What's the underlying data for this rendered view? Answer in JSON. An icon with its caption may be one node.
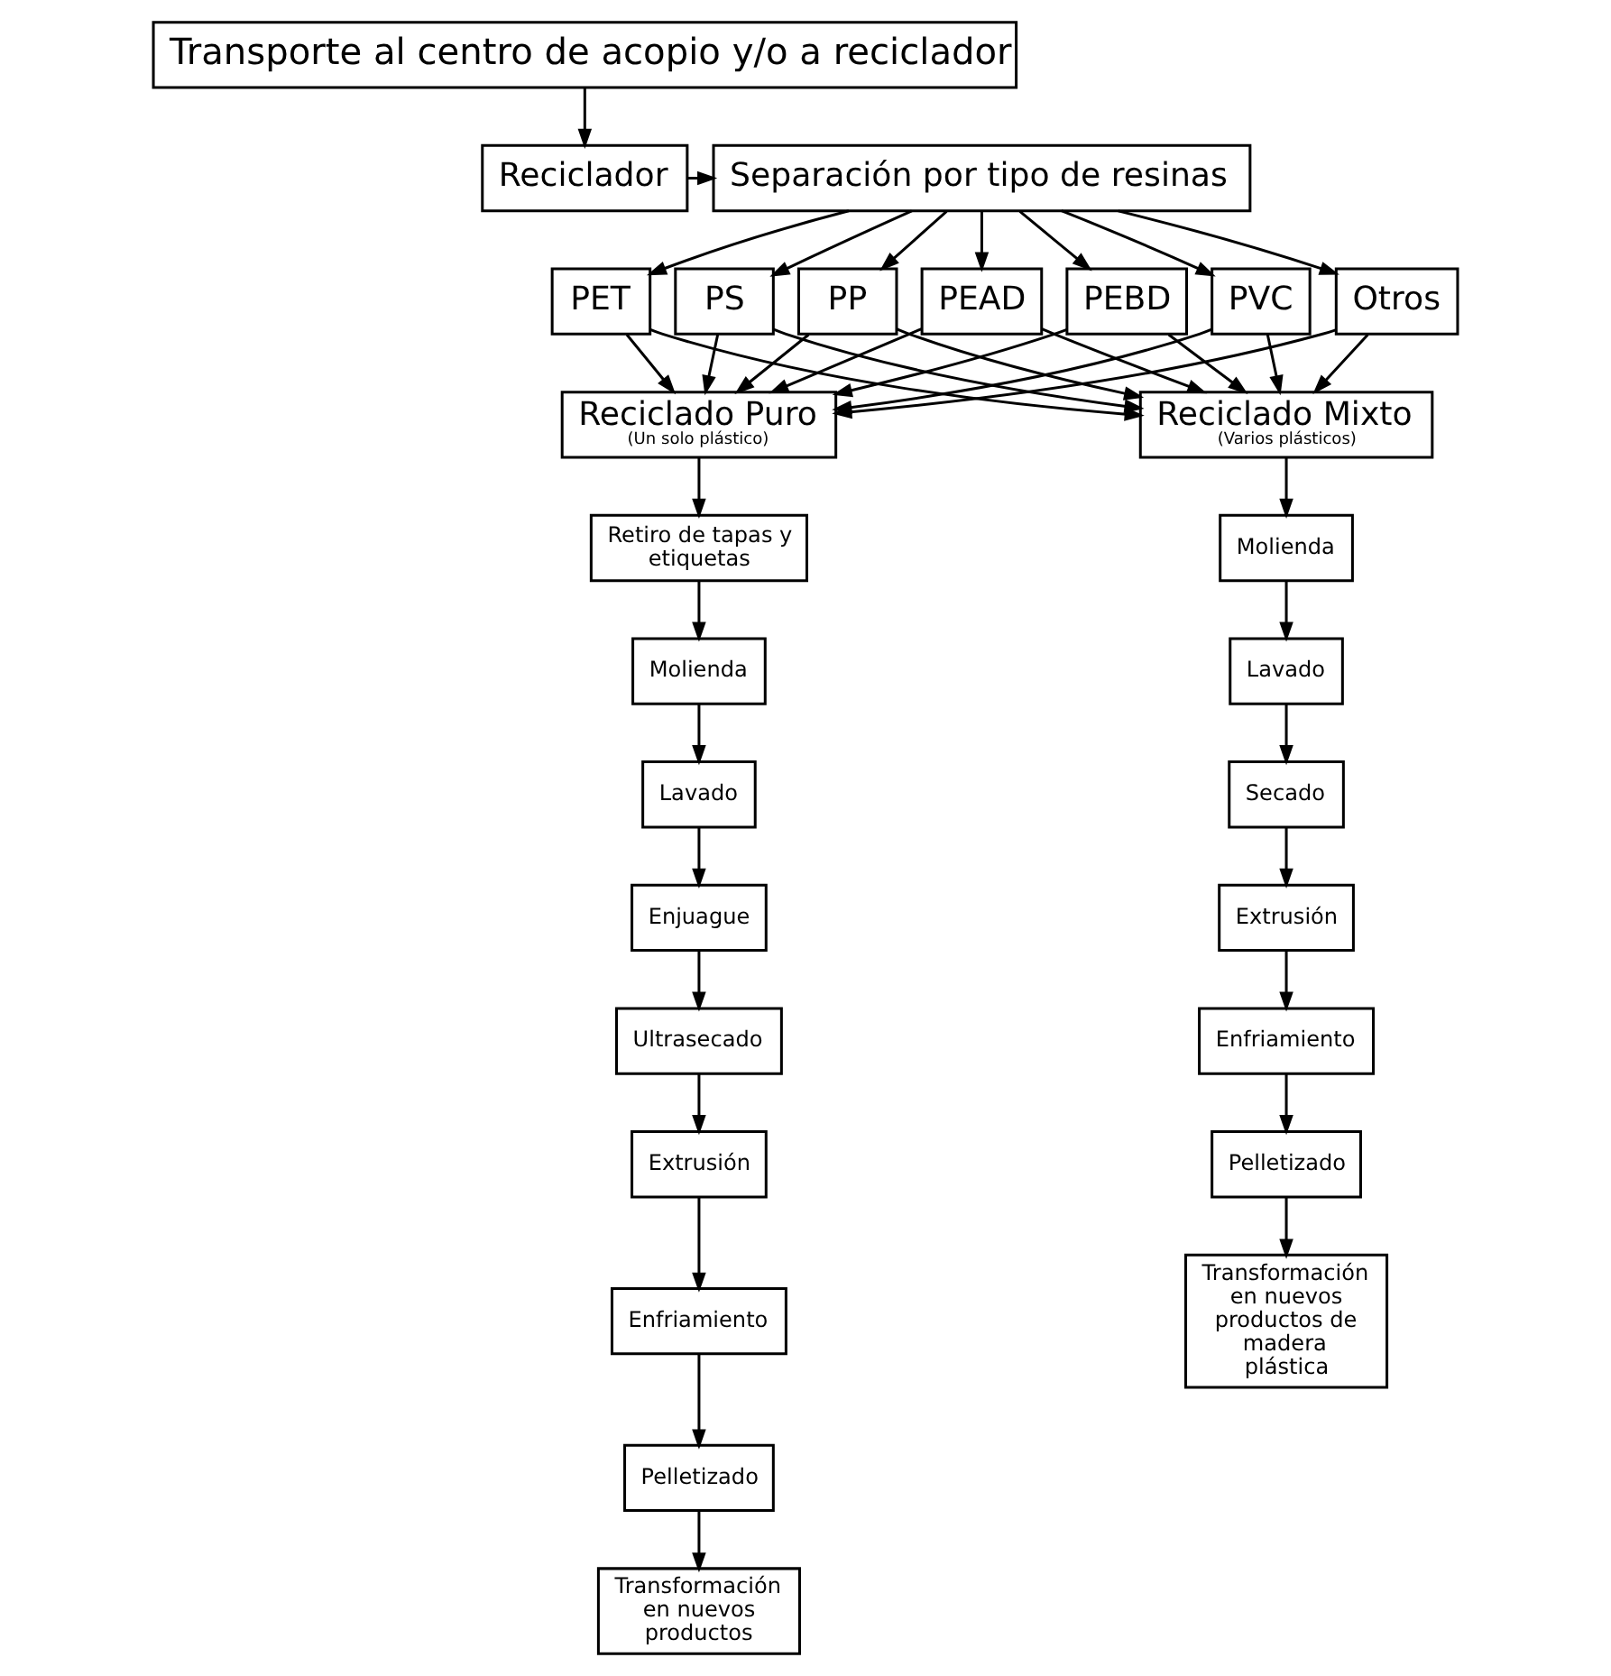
{
  "diagram": {
    "nodes": [
      {
        "text": [
          "Transporte al centro de acopio y/o a reciclador"
        ]
      },
      {
        "text": [
          "Reciclador"
        ]
      },
      {
        "text": [
          "Separación por tipo de resinas"
        ]
      },
      {
        "text": [
          "PET"
        ]
      },
      {
        "text": [
          "PS"
        ]
      },
      {
        "text": [
          "PP"
        ]
      },
      {
        "text": [
          "PEAD"
        ]
      },
      {
        "text": [
          "PEBD"
        ]
      },
      {
        "text": [
          "PVC"
        ]
      },
      {
        "text": [
          "Otros"
        ]
      },
      {
        "text": [
          "Reciclado Puro",
          "(Un solo plástico)"
        ]
      },
      {
        "text": [
          "Reciclado Mixto",
          "(Varios plásticos)"
        ]
      },
      {
        "text": [
          "Molienda"
        ]
      },
      {
        "text": [
          "Lavado"
        ]
      },
      {
        "text": [
          "Secado"
        ]
      },
      {
        "text": [
          "Extrusión"
        ]
      },
      {
        "text": [
          "Enfriamiento"
        ]
      },
      {
        "text": [
          "Pelletizado"
        ]
      },
      {
        "text": [
          "Transformación en nuevos productos de madera plástica"
        ]
      },
      {
        "text": [
          "Retiro de tapas y etiquetas"
        ]
      },
      {
        "text": [
          "Molienda"
        ]
      },
      {
        "text": [
          "Lavado"
        ]
      },
      {
        "text": [
          "Enjuague"
        ]
      },
      {
        "text": [
          "Ultrasecado"
        ]
      },
      {
        "text": [
          "Extrusión"
        ]
      },
      {
        "text": [
          "Enfriamiento"
        ]
      },
      {
        "text": [
          "Pelletizado"
        ]
      },
      {
        "text": [
          "Transformación en nuevos productos"
        ]
      }
    ],
    "edges": [
      {
        "from": 0,
        "to": 1,
        "arrow": "to"
      },
      {
        "from": 1,
        "to": 2,
        "arrow": "to"
      },
      {
        "from": 2,
        "to": 3,
        "arrow": "to"
      },
      {
        "from": 2,
        "to": 4,
        "arrow": "to"
      },
      {
        "from": 2,
        "to": 5,
        "arrow": "to"
      },
      {
        "from": 2,
        "to": 6,
        "arrow": "to"
      },
      {
        "from": 2,
        "to": 7,
        "arrow": "to"
      },
      {
        "from": 2,
        "to": 8,
        "arrow": "to"
      },
      {
        "from": 2,
        "to": 9,
        "arrow": "to"
      },
      {
        "from": 3,
        "to": 10,
        "arrow": "to"
      },
      {
        "from": 4,
        "to": 10,
        "arrow": "to"
      },
      {
        "from": 5,
        "to": 10,
        "arrow": "to"
      },
      {
        "from": 6,
        "to": 10,
        "arrow": "to"
      },
      {
        "from": 7,
        "to": 10,
        "arrow": "to"
      },
      {
        "from": 8,
        "to": 10,
        "arrow": "to"
      },
      {
        "from": 9,
        "to": 10,
        "arrow": "to"
      },
      {
        "from": 3,
        "to": 11,
        "arrow": "to"
      },
      {
        "from": 4,
        "to": 11,
        "arrow": "to"
      },
      {
        "from": 5,
        "to": 11,
        "arrow": "to"
      },
      {
        "from": 6,
        "to": 11,
        "arrow": "to"
      },
      {
        "from": 7,
        "to": 11,
        "arrow": "to"
      },
      {
        "from": 8,
        "to": 11,
        "arrow": "to"
      },
      {
        "from": 9,
        "to": 11,
        "arrow": "to"
      },
      {
        "from": 10,
        "to": 19,
        "arrow": "to"
      },
      {
        "from": 19,
        "to": 20,
        "arrow": "to"
      },
      {
        "from": 20,
        "to": 21,
        "arrow": "to"
      },
      {
        "from": 21,
        "to": 22,
        "arrow": "to"
      },
      {
        "from": 22,
        "to": 23,
        "arrow": "to"
      },
      {
        "from": 23,
        "to": 24,
        "arrow": "to"
      },
      {
        "from": 24,
        "to": 25,
        "arrow": "to"
      },
      {
        "from": 25,
        "to": 26,
        "arrow": "to"
      },
      {
        "from": 26,
        "to": 27,
        "arrow": "to"
      },
      {
        "from": 11,
        "to": 12,
        "arrow": "to"
      },
      {
        "from": 12,
        "to": 13,
        "arrow": "to"
      },
      {
        "from": 13,
        "to": 14,
        "arrow": "to"
      },
      {
        "from": 14,
        "to": 15,
        "arrow": "to"
      },
      {
        "from": 15,
        "to": 16,
        "arrow": "to"
      },
      {
        "from": 16,
        "to": 17,
        "arrow": "to"
      },
      {
        "from": 17,
        "to": 18,
        "arrow": "to"
      }
    ]
  }
}
